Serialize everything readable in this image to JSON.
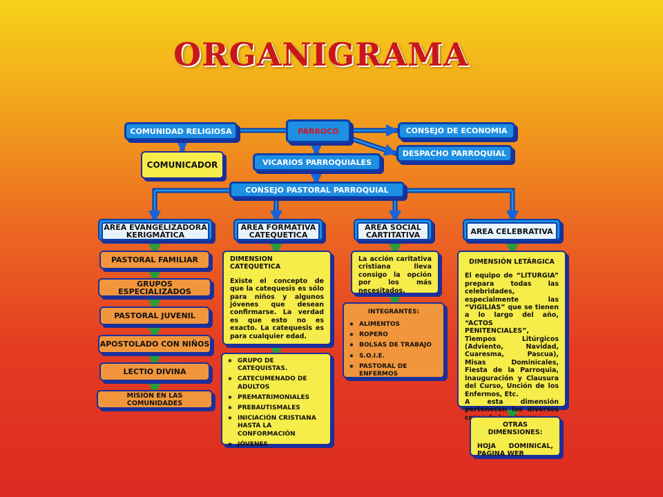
{
  "title": "ORGANIGRAMA",
  "top": {
    "parroco": "PÁRROCO",
    "comunidad": "COMUNIDAD RELIGIOSA",
    "comunicador": "COMUNICADOR",
    "vicarios": "VICARIOS PARROQUIALES",
    "consejo_economia": "CONSEJO DE ECONOMIA",
    "despacho": "DESPACHO PARROQUIAL",
    "consejo_pastoral": "CONSEJO PASTORAL PARROQUIAL"
  },
  "areas": {
    "evangelizadora": {
      "title_line1": "AREA EVANGELIZADORA",
      "title_line2": "KERIGMÁTICA",
      "items": [
        "PASTORAL FAMILIAR",
        "GRUPOS ESPECIALIZADOS",
        "PASTORAL JUVENIL",
        "APOSTOLADO CON NIÑOS",
        "LECTIO DIVINA",
        "MISIÓN EN LAS COMUNIDADES"
      ]
    },
    "formativa": {
      "title_line1": "AREA FORMATIVA",
      "title_line2": "CATEQUETICA",
      "dimension_title": "DIMENSION CATEQUETICA",
      "dimension_text": "Existe el concepto de que la catequesis es sólo para niños y algunos jóvenes que desean confirmarse. La verdad es que esto no es exacto. La catequesis es para cualquier edad.",
      "items": [
        "GRUPO DE CATEQUISTAS.",
        "CATECUMENADO DE ADULTOS",
        "PREMATRIMONIALES",
        "PREBAUTISMALES",
        "INICIACIÓN CRISTIANA HASTA LA CONFORMACIÓN",
        "JÓVENES"
      ]
    },
    "social": {
      "title_line1": "AREA SOCIAL",
      "title_line2": "CARTITATIVA",
      "text": "La acción caritativa cristiana lleva consigo la opción por los más necesitados.",
      "integrantes_title": "INTEGRANTES:",
      "items": [
        "ALIMENTOS",
        "ROPERO",
        "BOLSAS DE TRABAJO",
        "S.O.I.E.",
        "PASTORAL DE ENFERMOS"
      ]
    },
    "celebrativa": {
      "title": "AREA CELEBRATIVA",
      "dimension_title": "DIMENSIÓN LETÁRGICA",
      "dimension_text": "El equipo de “LITURGIA” prepara todas las celebridades, especialmente las “VIGILIAS” que se tienen a lo largo del año, “ACTOS PENITENCIALES”, Tiempos Litúrgicos (Adviento, Navidad, Cuaresma, Pascua), Misas Dominicales, Fiesta de la Parroquia, Inauguración y Clausura del Curso, Unción de los Enfermos, Etc.",
      "dimension_text2": "A esta dimensión pertenecen los diversos coros de la mismas.",
      "otras_title": "OTRAS DIMENSIONES:",
      "otras_text": "HOJA DOMINICAL, PAGINA WEB"
    }
  },
  "colors": {
    "connector": "#1565d8",
    "connector_dark": "#0b3fa8",
    "green_arrow": "#2e9a3c",
    "title": "#c8161a"
  }
}
